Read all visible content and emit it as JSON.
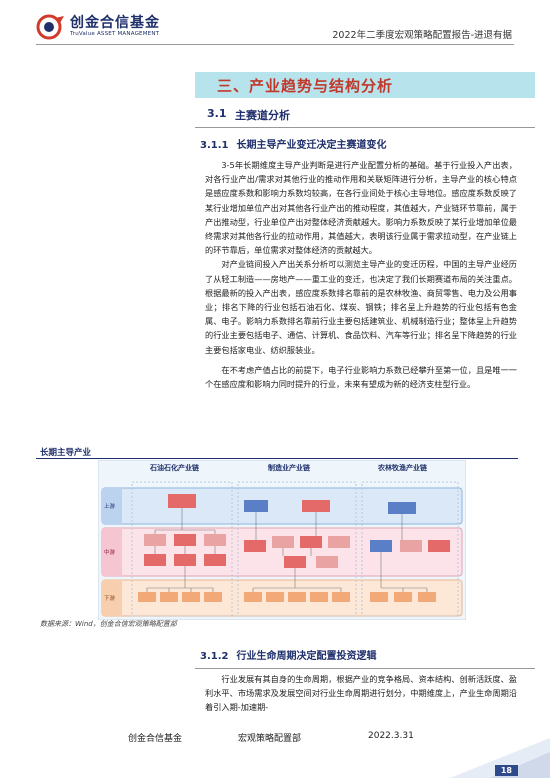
{
  "header": {
    "logo_cn": "创金合信基金",
    "logo_en": "TruValue ASSET MANAGEMENT",
    "report_title": "2022年二季度宏观策略配置报告-进退有据"
  },
  "section": {
    "title": "三、产业趋势与结构分析"
  },
  "sub1": {
    "num": "3.1",
    "title": "主赛道分析"
  },
  "sub2a": {
    "num": "3.1.1",
    "title": "长期主导产业变迁决定主赛道变化"
  },
  "body1": [
    "3-5年长期维度主导产业判断是进行产业配置分析的基础。基于行业投入产出表，对各行业产出/需求对其他行业的推动作用和关联矩阵进行分析，主导产业的核心特点是感应度系数和影响力系数均较高，在各行业间处于核心主导地位。感应度系数反映了某行业增加单位产出对其他各行业产出的推动程度，其值越大，产业链环节靠前，属于产出推动型，行业单位产出对整体经济贡献越大。影响力系数反映了某行业增加单位最终需求对其他各行业的拉动作用，其值越大，表明该行业属于需求拉动型，在产业链上的环节靠后，单位需求对整体经济的贡献越大。",
    "对产业链间投入产出关系分析可以测览主导产业的变迁历程，中国的主导产业经历了从轻工制造——房地产——重工业的变迁，也决定了我们长期赛道布局的关注重点。根据最新的投入产出表，感应度系数排名靠前的是农林牧渔、商贸零售、电力及公用事业；排名下降的行业包括石油石化、煤炭、钢铁；排名呈上升趋势的行业包括有色金属、电子。影响力系数排名靠前行业主要包括建筑业、机械制造行业；整体呈上升趋势的行业主要包括电子、通信、计算机、食品饮料、汽车等行业；排名呈下降趋势的行业主要包括家电业、纺织服装业。",
    "在不考虑产值占比的前提下，电子行业影响力系数已经攀升至第一位，且是唯一一个在感应度和影响力同时提升的行业，未来有望成为新的经济支柱型行业。"
  ],
  "figure": {
    "title": "长期主导产业",
    "chain_labels": [
      "石油石化产业链",
      "制造业产业链",
      "农林牧渔产业链"
    ],
    "row_labels": [
      "上游",
      "中游",
      "下游"
    ],
    "source": "数据来源：Wind，创金合信宏观策略配置部"
  },
  "sub2b": {
    "num": "3.1.2",
    "title": "行业生命周期决定配置投资逻辑"
  },
  "body2": [
    "行业发展有其自身的生命周期，根据产业的竞争格局、资本结构、创新活跃度、盈利水平、市场需求及发展空间对行业生命周期进行划分，中期维度上，产业生命周期沿着引入期-加速期-"
  ],
  "footer": {
    "company": "创金合信基金",
    "dept": "宏观策略配置部",
    "date": "2022.3.31",
    "page": "18"
  },
  "colors": {
    "navy": "#1f2f6b",
    "red": "#c0392b",
    "band": "#b7e3ec"
  }
}
